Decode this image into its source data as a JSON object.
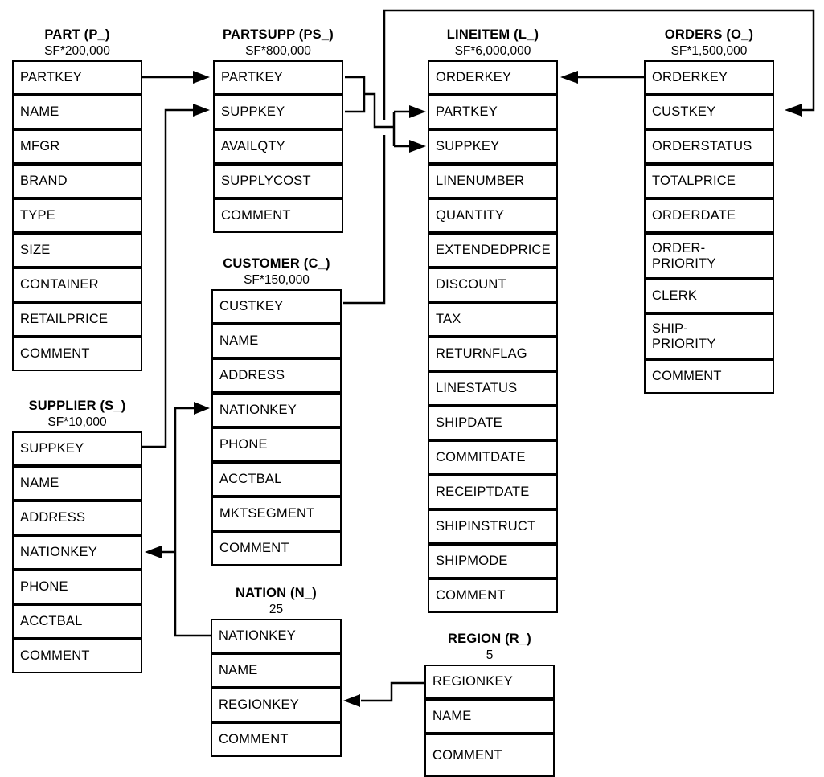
{
  "tables": [
    {
      "name": "PART (P_)",
      "cardinality": "SF*200,000",
      "columns": [
        "PARTKEY",
        "NAME",
        "MFGR",
        "BRAND",
        "TYPE",
        "SIZE",
        "CONTAINER",
        "RETAILPRICE",
        "COMMENT"
      ]
    },
    {
      "name": "PARTSUPP (PS_)",
      "cardinality": "SF*800,000",
      "columns": [
        "PARTKEY",
        "SUPPKEY",
        "AVAILQTY",
        "SUPPLYCOST",
        "COMMENT"
      ]
    },
    {
      "name": "LINEITEM (L_)",
      "cardinality": "SF*6,000,000",
      "columns": [
        "ORDERKEY",
        "PARTKEY",
        "SUPPKEY",
        "LINENUMBER",
        "QUANTITY",
        "EXTENDEDPRICE",
        "DISCOUNT",
        "TAX",
        "RETURNFLAG",
        "LINESTATUS",
        "SHIPDATE",
        "COMMITDATE",
        "RECEIPTDATE",
        "SHIPINSTRUCT",
        "SHIPMODE",
        "COMMENT"
      ]
    },
    {
      "name": "ORDERS (O_)",
      "cardinality": "SF*1,500,000",
      "columns": [
        "ORDERKEY",
        "CUSTKEY",
        "ORDERSTATUS",
        "TOTALPRICE",
        "ORDERDATE",
        "ORDER-\nPRIORITY",
        "CLERK",
        "SHIP-\nPRIORITY",
        "COMMENT"
      ]
    },
    {
      "name": "CUSTOMER (C_)",
      "cardinality": "SF*150,000",
      "columns": [
        "CUSTKEY",
        "NAME",
        "ADDRESS",
        "NATIONKEY",
        "PHONE",
        "ACCTBAL",
        "MKTSEGMENT",
        "COMMENT"
      ]
    },
    {
      "name": "SUPPLIER (S_)",
      "cardinality": "SF*10,000",
      "columns": [
        "SUPPKEY",
        "NAME",
        "ADDRESS",
        "NATIONKEY",
        "PHONE",
        "ACCTBAL",
        "COMMENT"
      ]
    },
    {
      "name": "NATION (N_)",
      "cardinality": "25",
      "columns": [
        "NATIONKEY",
        "NAME",
        "REGIONKEY",
        "COMMENT"
      ]
    },
    {
      "name": "REGION (R_)",
      "cardinality": "5",
      "columns": [
        "REGIONKEY",
        "NAME",
        "COMMENT"
      ]
    }
  ],
  "relationships": [
    {
      "from": "PART.PARTKEY",
      "to": "PARTSUPP.PARTKEY"
    },
    {
      "from": "SUPPLIER.SUPPKEY",
      "to": "PARTSUPP.SUPPKEY"
    },
    {
      "from": "PARTSUPP.PARTKEY",
      "to": "LINEITEM.PARTKEY"
    },
    {
      "from": "PARTSUPP.SUPPKEY",
      "to": "LINEITEM.SUPPKEY"
    },
    {
      "from": "ORDERS.ORDERKEY",
      "to": "LINEITEM.ORDERKEY"
    },
    {
      "from": "CUSTOMER.CUSTKEY",
      "to": "ORDERS.CUSTKEY"
    },
    {
      "from": "NATION.NATIONKEY",
      "to": "CUSTOMER.NATIONKEY"
    },
    {
      "from": "NATION.NATIONKEY",
      "to": "SUPPLIER.NATIONKEY"
    },
    {
      "from": "REGION.REGIONKEY",
      "to": "NATION.REGIONKEY"
    }
  ],
  "colors": {
    "line": "#000000",
    "background": "#ffffff"
  }
}
